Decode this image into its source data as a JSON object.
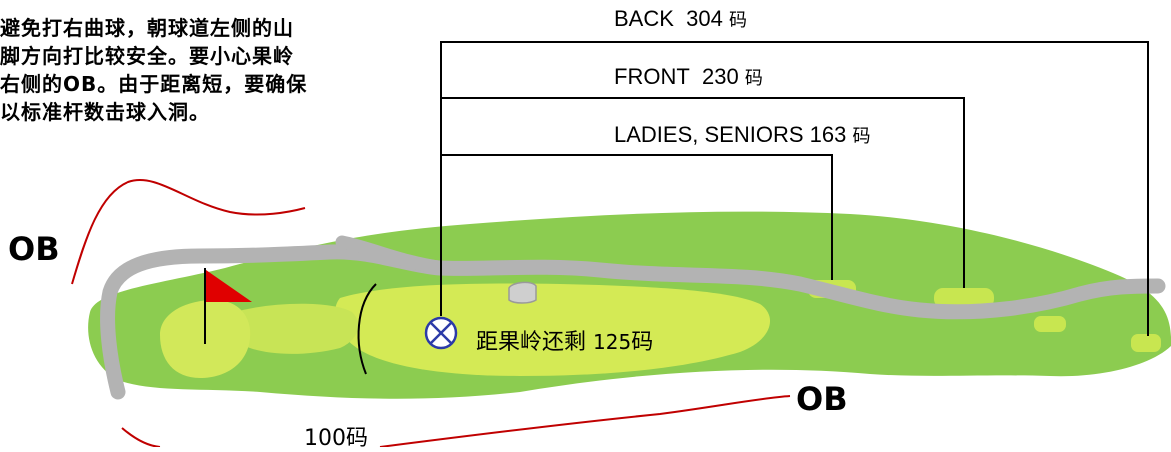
{
  "description": {
    "lines": [
      "避免打右曲球，朝球道左侧的山",
      "脚方向打比较安全。要小心果岭",
      "右侧的OB。由于距离短，要确保",
      "以标准杆数击球入洞。"
    ]
  },
  "tees": {
    "back": {
      "name": "BACK",
      "value": "304",
      "unit": "码"
    },
    "front": {
      "name": "FRONT",
      "value": "230",
      "unit": "码"
    },
    "ladies": {
      "name": "LADIES, SENIORS",
      "value": "163",
      "unit": "码"
    }
  },
  "ob_left": "OB",
  "ob_right": "OB",
  "remaining": {
    "label": "距果岭还剩",
    "value": "125",
    "unit": "码"
  },
  "distance_marker": "100码",
  "colors": {
    "rough": "#8ccc50",
    "fairway": "#d4ea55",
    "green": "#d2e85a",
    "path": "#b3b3b3",
    "ob_line": "#c00000",
    "flag": "#e00000",
    "tee_box": "#c8e650"
  },
  "icons": {
    "target": "crossed-circle-icon",
    "flag": "flag-icon",
    "bunker": "bunker"
  }
}
